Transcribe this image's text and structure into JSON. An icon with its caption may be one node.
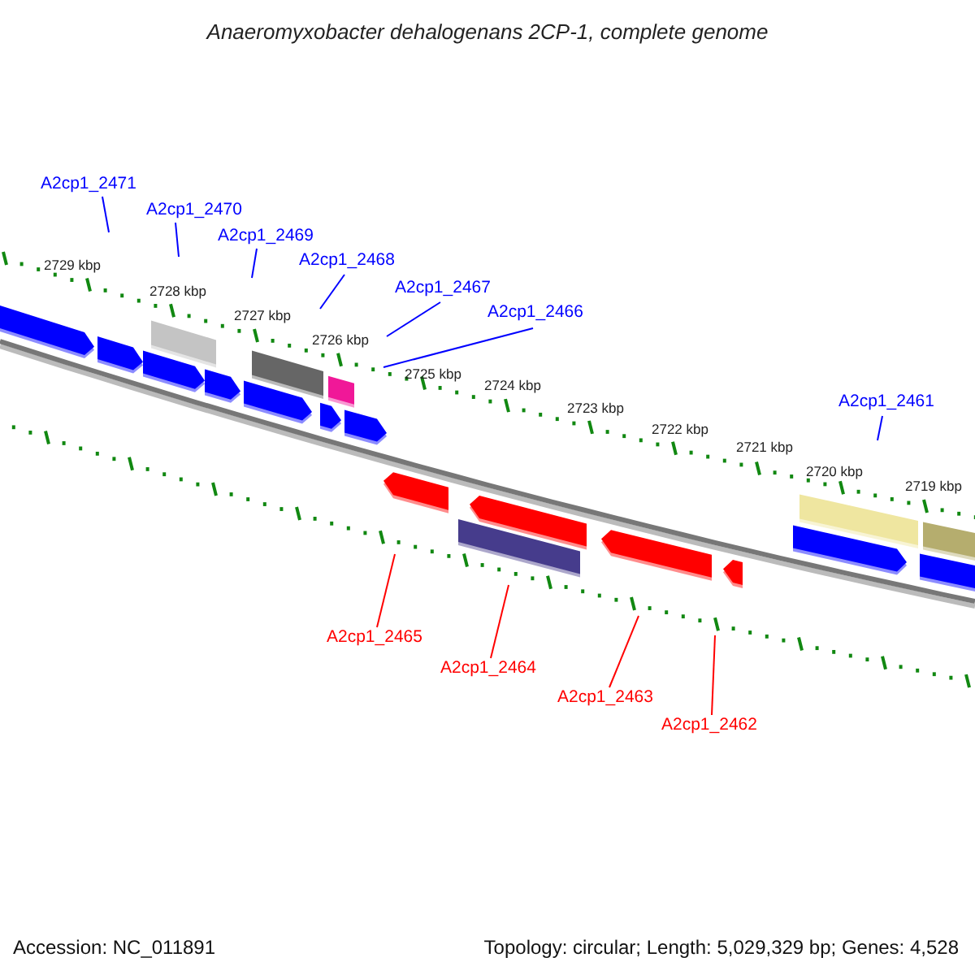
{
  "diagram": {
    "title": "Anaeromyxobacter dehalogenans 2CP-1, complete genome",
    "nodes": [
      {
        "text": [
          "A2cp1_2471"
        ]
      },
      {
        "text": [
          "A2cp1_2470"
        ]
      },
      {
        "text": [
          "A2cp1_2469"
        ]
      },
      {
        "text": [
          "A2cp1_2468"
        ]
      },
      {
        "text": [
          "A2cp1_2467"
        ]
      },
      {
        "text": [
          "A2cp1_2466"
        ]
      },
      {
        "text": [
          "A2cp1_2461"
        ]
      },
      {
        "text": [
          "A2cp1_2465"
        ]
      },
      {
        "text": [
          "A2cp1_2464"
        ]
      },
      {
        "text": [
          "A2cp1_2463"
        ]
      },
      {
        "text": [
          "A2cp1_2462"
        ]
      }
    ],
    "edges": [
      {
        "from": 0,
        "to": null,
        "arrow": "none"
      },
      {
        "from": 1,
        "to": null,
        "arrow": "none"
      },
      {
        "from": 2,
        "to": null,
        "arrow": "none"
      },
      {
        "from": 3,
        "to": null,
        "arrow": "none"
      },
      {
        "from": 4,
        "to": null,
        "arrow": "none"
      },
      {
        "from": 5,
        "to": null,
        "arrow": "none"
      },
      {
        "from": 6,
        "to": null,
        "arrow": "none"
      },
      {
        "from": 7,
        "to": null,
        "arrow": "none",
        "color": "#ff0000"
      },
      {
        "from": 8,
        "to": null,
        "arrow": "none",
        "color": "#ff0000"
      },
      {
        "from": 9,
        "to": null,
        "arrow": "none",
        "color": "#ff0000"
      },
      {
        "from": 10,
        "to": null,
        "arrow": "none",
        "color": "#ff0000"
      }
    ],
    "labels": [
      "2729 kbp",
      "2728 kbp",
      "2727 kbp",
      "2726 kbp",
      "2725 kbp",
      "2724 kbp",
      "2723 kbp",
      "2722 kbp",
      "2721 kbp",
      "2720 kbp",
      "2719 kbp",
      "Accession: NC_011891",
      "Topology: circular; Length: 5,029,329 bp; Genes: 4,528"
    ]
  }
}
